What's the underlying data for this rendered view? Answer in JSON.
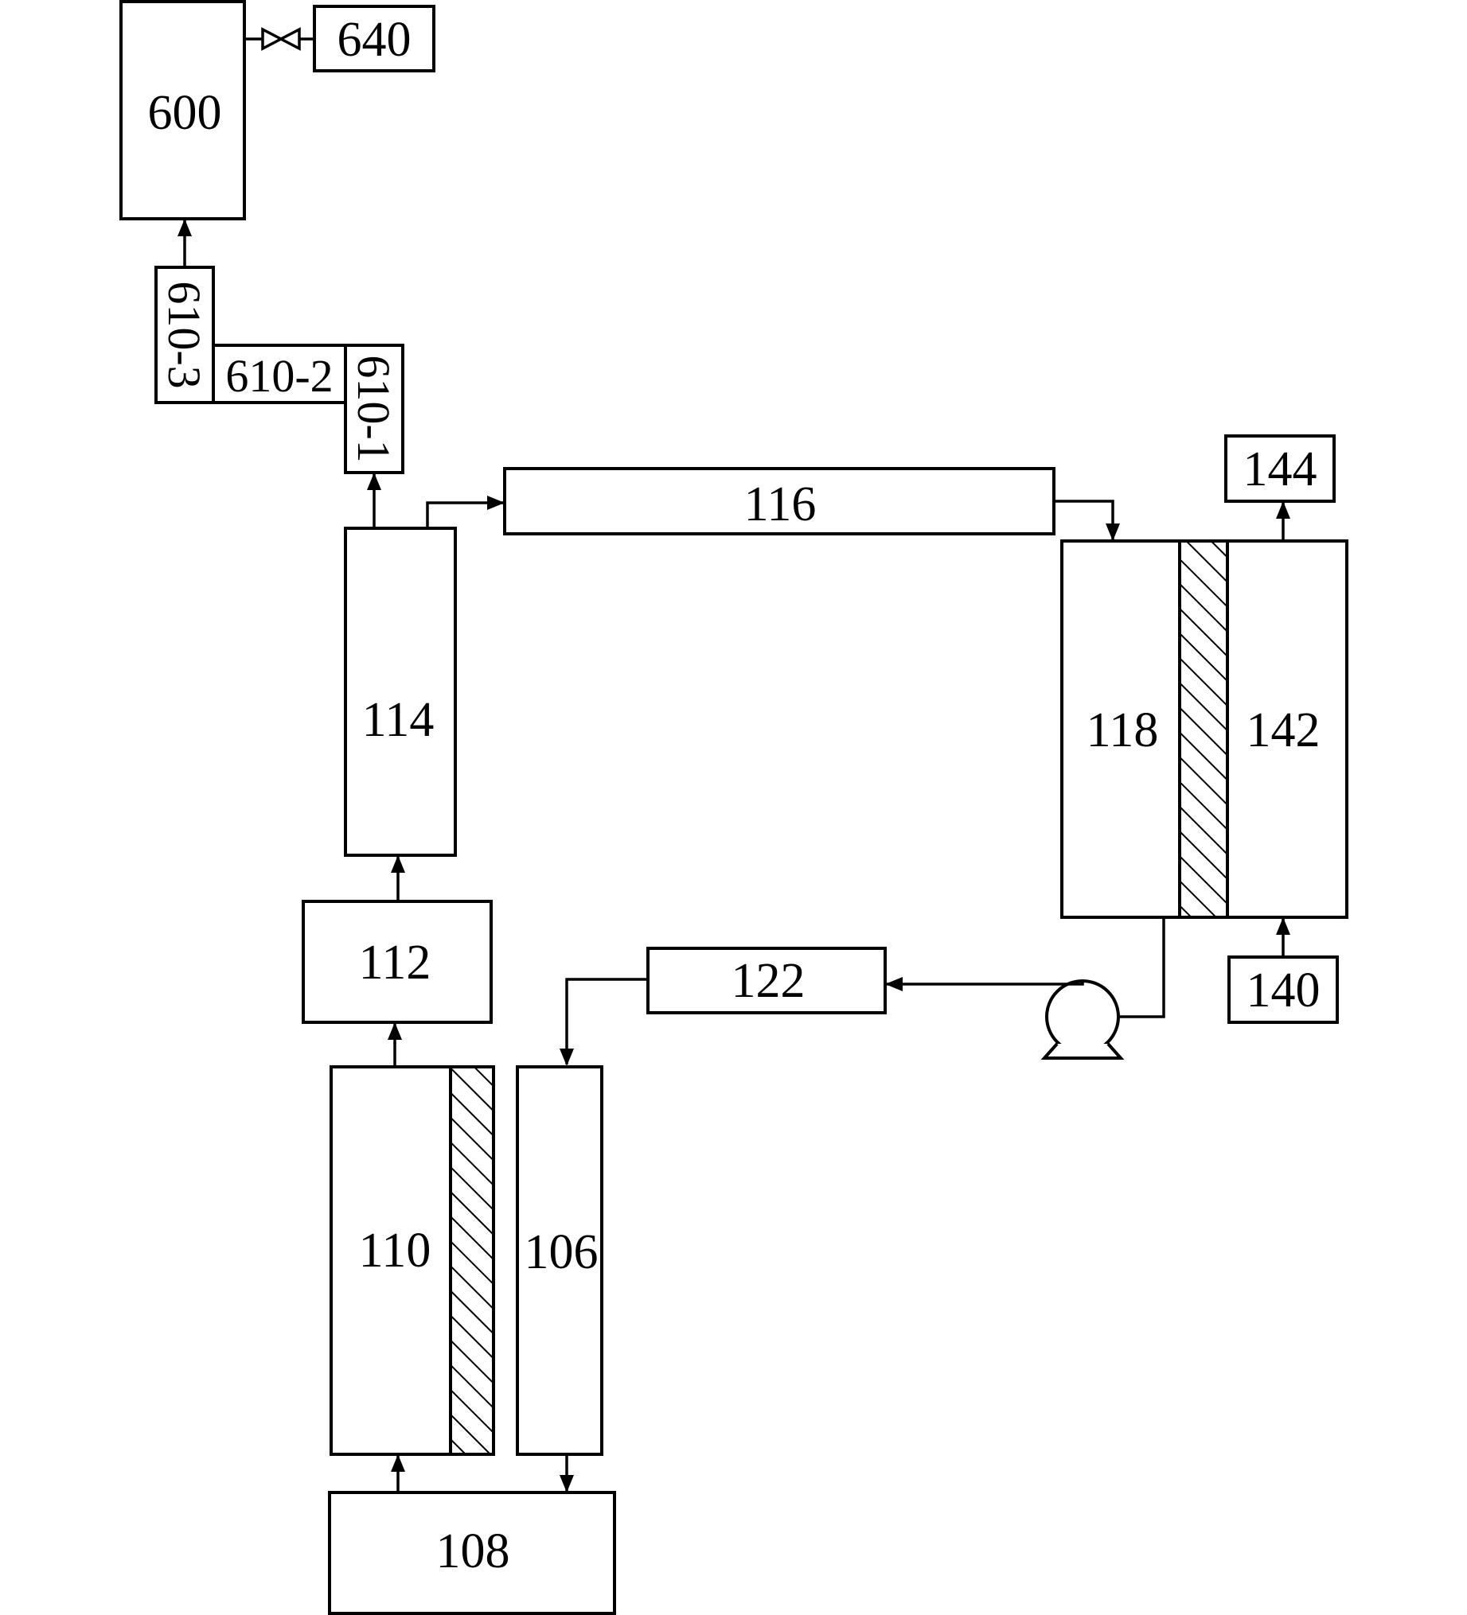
{
  "diagram": {
    "labels": {
      "tank_600": "600",
      "box_640": "640",
      "seg_610_3": "610-3",
      "seg_610_2": "610-2",
      "seg_610_1": "610-1",
      "box_114": "114",
      "box_116": "116",
      "box_118": "118",
      "box_142": "142",
      "box_144": "144",
      "box_140": "140",
      "box_112": "112",
      "box_122": "122",
      "box_110": "110",
      "box_106": "106",
      "box_108": "108"
    },
    "colors": {
      "stroke": "#000000",
      "background": "#ffffff"
    }
  }
}
